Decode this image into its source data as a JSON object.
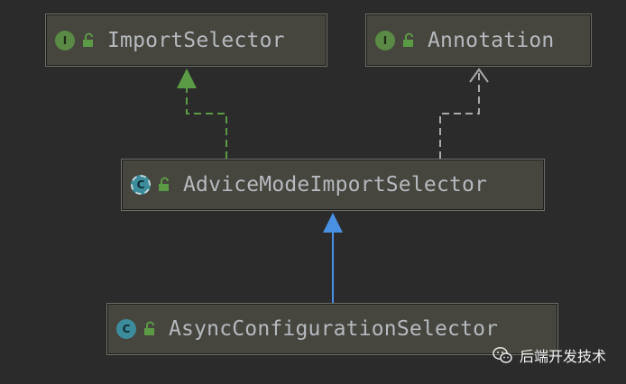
{
  "nodes": {
    "import_selector": {
      "label": "ImportSelector",
      "kind_glyph": "I",
      "kind": "interface",
      "visibility_icon": "unlocked-icon"
    },
    "annotation": {
      "label": "Annotation",
      "kind_glyph": "I",
      "kind": "interface",
      "visibility_icon": "unlocked-icon"
    },
    "advice_mode_import_selector": {
      "label": "AdviceModeImportSelector",
      "kind_glyph": "C",
      "kind": "abstract-class",
      "visibility_icon": "unlocked-icon"
    },
    "async_configuration_selector": {
      "label": "AsyncConfigurationSelector",
      "kind_glyph": "C",
      "kind": "class",
      "visibility_icon": "unlocked-icon"
    }
  },
  "edges": [
    {
      "from": "advice_mode_import_selector",
      "to": "import_selector",
      "type": "implements",
      "color": "#5c9b46"
    },
    {
      "from": "advice_mode_import_selector",
      "to": "annotation",
      "type": "uses",
      "color": "#a9a9a9"
    },
    {
      "from": "async_configuration_selector",
      "to": "advice_mode_import_selector",
      "type": "extends",
      "color": "#4a90e2"
    }
  ],
  "colors": {
    "background": "#2b2b2b",
    "node_fill": "#46463f",
    "node_border": "#6f6f69",
    "label_text": "#b6b9be",
    "interface_icon": "#5a8a45",
    "class_icon": "#3d8c9c",
    "lock": "#5c9b46"
  },
  "watermark": {
    "text": "后端开发技术",
    "icon": "wechat-icon"
  }
}
